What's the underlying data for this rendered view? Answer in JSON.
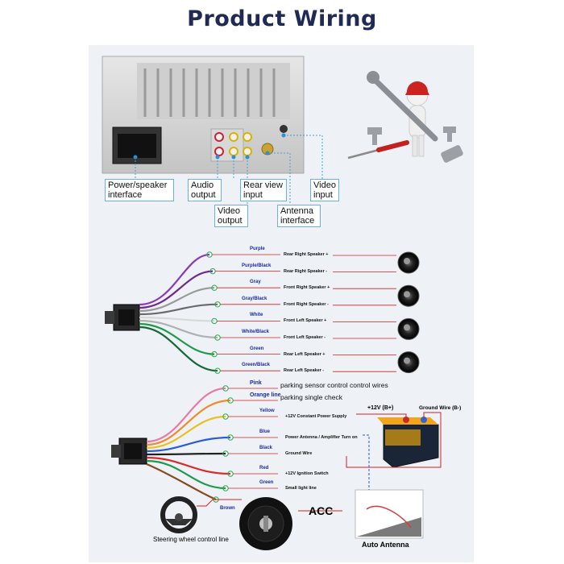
{
  "title": "Product Wiring",
  "unit_labels": {
    "power_speaker": "Power/speaker interface",
    "audio_output": "Audio output",
    "rear_view_input": "Rear view input",
    "video_input": "Video input",
    "video_output": "Video output",
    "antenna_interface": "Antenna interface"
  },
  "speaker_wires": [
    {
      "color": "Purple",
      "label": "Rear Right Speaker +",
      "hex": "#8a3ab8"
    },
    {
      "color": "Purple/Black",
      "label": "Rear Right Speaker -",
      "hex": "#6e2a8e"
    },
    {
      "color": "Gray",
      "label": "Front Right Speaker +",
      "hex": "#9a9a9a"
    },
    {
      "color": "Gray/Black",
      "label": "Front Right Speaker -",
      "hex": "#6a6a6a"
    },
    {
      "color": "White",
      "label": "Front Left Speaker +",
      "hex": "#d8d8d8"
    },
    {
      "color": "White/Black",
      "label": "Front Left Speaker -",
      "hex": "#b0b0b0"
    },
    {
      "color": "Green",
      "label": "Rear Left Speaker +",
      "hex": "#1f9a4a"
    },
    {
      "color": "Green/Black",
      "label": "Rear Left Speaker -",
      "hex": "#156a34"
    }
  ],
  "power_wires": [
    {
      "color": "Pink",
      "label": "parking sensor control control wires",
      "hex": "#e87aa8"
    },
    {
      "color": "Orange line",
      "label": "parking single check",
      "hex": "#f08a2a"
    },
    {
      "color": "Yellow",
      "label": "+12V Constant Power Supply",
      "hex": "#e8c020"
    },
    {
      "color": "Blue",
      "label": "Power Antenna / Amplifier Turn on",
      "hex": "#2a5ad8"
    },
    {
      "color": "Black",
      "label": "Ground Wire",
      "hex": "#222222"
    },
    {
      "color": "Red",
      "label": "+12V Ignition Switch",
      "hex": "#d82a2a"
    },
    {
      "color": "Green",
      "label": "Small light line",
      "hex": "#1f9a4a"
    },
    {
      "color": "Brown",
      "label": "",
      "hex": "#8a4a20"
    }
  ],
  "battery": {
    "positive": "+12V (B+)",
    "ground": "Ground Wire (B-)"
  },
  "acc": "ACC",
  "auto_antenna": "Auto Antenna",
  "steering": "Steering wheel control line"
}
